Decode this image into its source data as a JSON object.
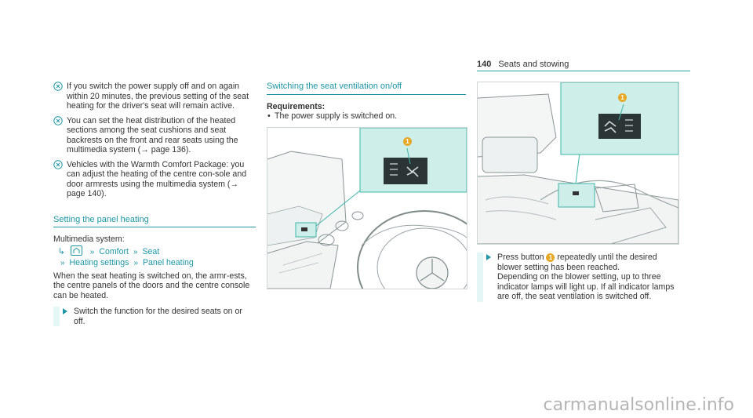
{
  "header": {
    "page_number": "140",
    "section": "Seats and stowing"
  },
  "col1": {
    "notes": [
      "If you switch the power supply off and on again within 20 minutes, the previous setting of the seat heating for the driver's seat will remain active.",
      "You can set the heat distribution of the heated sections among the seat cushions and seat backrests on the front and rear seats using the multimedia system (→ page 136).",
      "Vehicles with the Warmth Comfort Package: you can adjust the heating of the centre con-sole and door armrests using the multimedia system (→ page 140)."
    ],
    "section_title": "Setting the panel heating",
    "multimedia_label": "Multimedia system:",
    "path": {
      "comfort": "Comfort",
      "seat": "Seat",
      "heating_settings": "Heating settings",
      "panel_heating": "Panel heating"
    },
    "body": "When the seat heating is switched on, the armr-ests, the centre panels of the doors and the centre console can be heated.",
    "action": "Switch the function for the desired seats on or off."
  },
  "col2": {
    "section_title": "Switching the seat ventilation on/off",
    "requirements_title": "Requirements:",
    "requirement": "The power supply is switched on."
  },
  "col3": {
    "action_prefix": "Press button",
    "callout": "1",
    "action_rest": "repeatedly until the desired blower setting has been reached.",
    "action_more": "Depending on the blower setting, up to three indicator lamps will light up. If all indicator lamps are off, the seat ventilation is switched off."
  },
  "figures": {
    "callout_1": "1",
    "callout_2": "1"
  },
  "watermark": "carmanualsonline.info",
  "colors": {
    "accent": "#1e96a4",
    "callout": "#e7a826",
    "highlight": "#cdeee9"
  }
}
